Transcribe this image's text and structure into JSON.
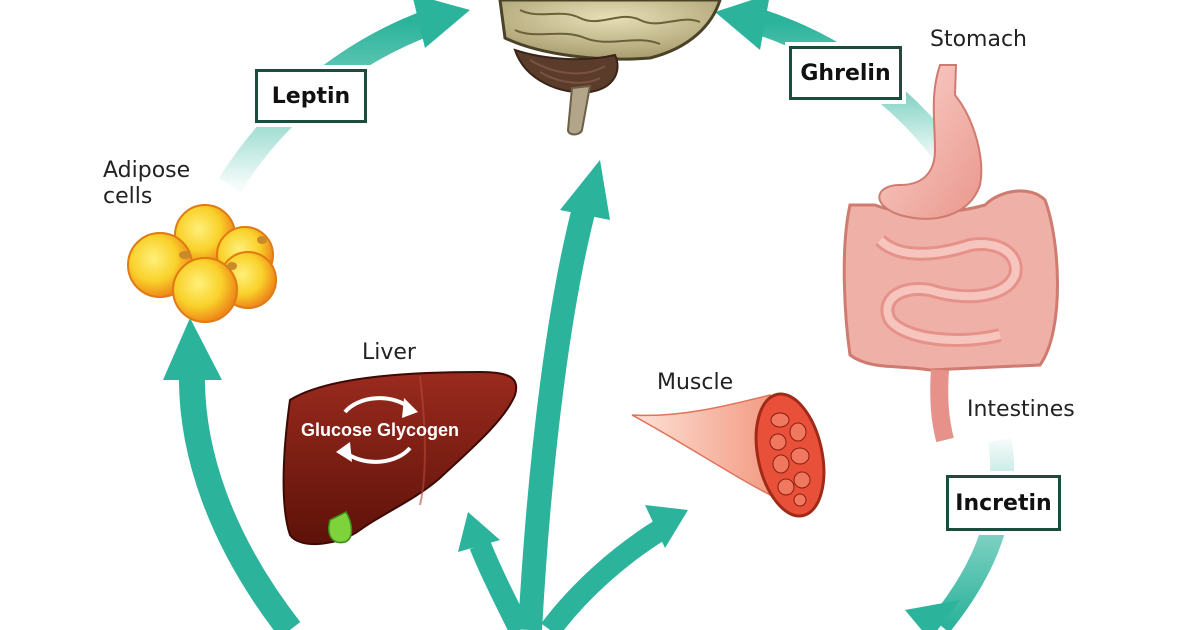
{
  "labels": {
    "adipose": "Adipose\ncells",
    "liver": "Liver",
    "muscle": "Muscle",
    "stomach": "Stomach",
    "intestines": "Intestines",
    "liver_inner": "Glucose Glycogen"
  },
  "hormones": {
    "leptin": "Leptin",
    "ghrelin": "Ghrelin",
    "incretin": "Incretin"
  },
  "colors": {
    "arrow": "#2bb39b",
    "box_border": "#1a4d3e",
    "liver": "#7a1a12",
    "adipose": "#f6b21a",
    "stomach": "#f2a9a0",
    "muscle": "#e8503a",
    "brain": "#d9cfa2"
  }
}
